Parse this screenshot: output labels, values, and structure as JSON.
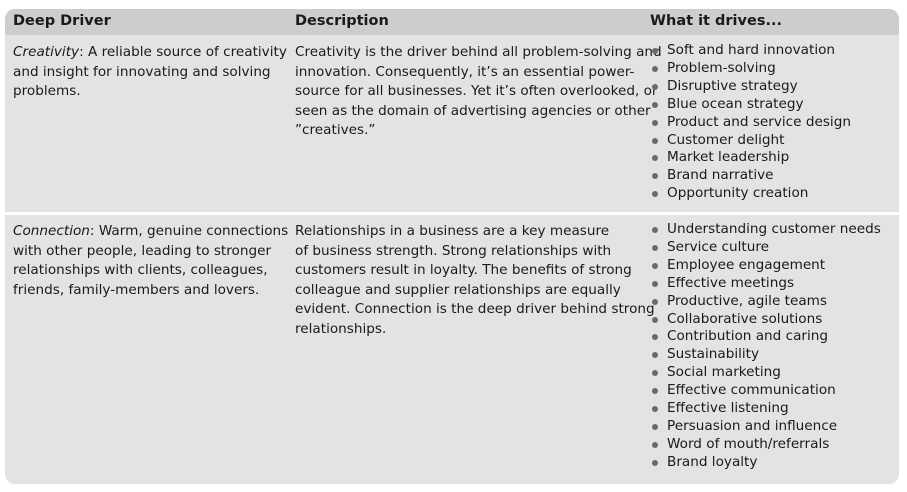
{
  "header": {
    "col1": "Deep Driver",
    "col2": "Description",
    "col3": "What it drives..."
  },
  "rows": [
    {
      "driver_name": "Creativity",
      "driver_lines": [
        ": A reliable source of creativity",
        "and insight for innovating and solving",
        "problems."
      ],
      "description_lines": [
        "Creativity is the driver behind all problem-solving and",
        "innovation. Consequently, it’s an essential power-",
        "source for all businesses. Yet it’s often overlooked, or",
        "seen as the domain of advertising agencies or other",
        "”creatives.”"
      ],
      "drives": [
        "Soft and hard innovation",
        "Problem-solving",
        "Disruptive strategy",
        "Blue ocean strategy",
        "Product and service design",
        "Customer delight",
        "Market leadership",
        "Brand narrative",
        "Opportunity creation"
      ]
    },
    {
      "driver_name": "Connection",
      "driver_lines": [
        ": Warm, genuine connections",
        "with other people, leading to stronger",
        "relationships with clients, colleagues,",
        "friends, family-members and lovers."
      ],
      "description_lines": [
        "Relationships in a business are a key measure",
        "of business strength. Strong relationships with",
        "customers result in loyalty. The benefits of strong",
        "colleague and supplier relationships are equally",
        "evident. Connection is the deep driver behind strong",
        "relationships."
      ],
      "drives": [
        "Understanding customer needs",
        "Service culture",
        "Employee engagement",
        "Effective meetings",
        "Productive, agile teams",
        "Collaborative solutions",
        "Contribution and caring",
        "Sustainability",
        "Social marketing",
        "Effective communication",
        "Effective listening",
        "Persuasion and influence",
        "Word of mouth/referrals",
        "Brand loyalty"
      ]
    }
  ]
}
